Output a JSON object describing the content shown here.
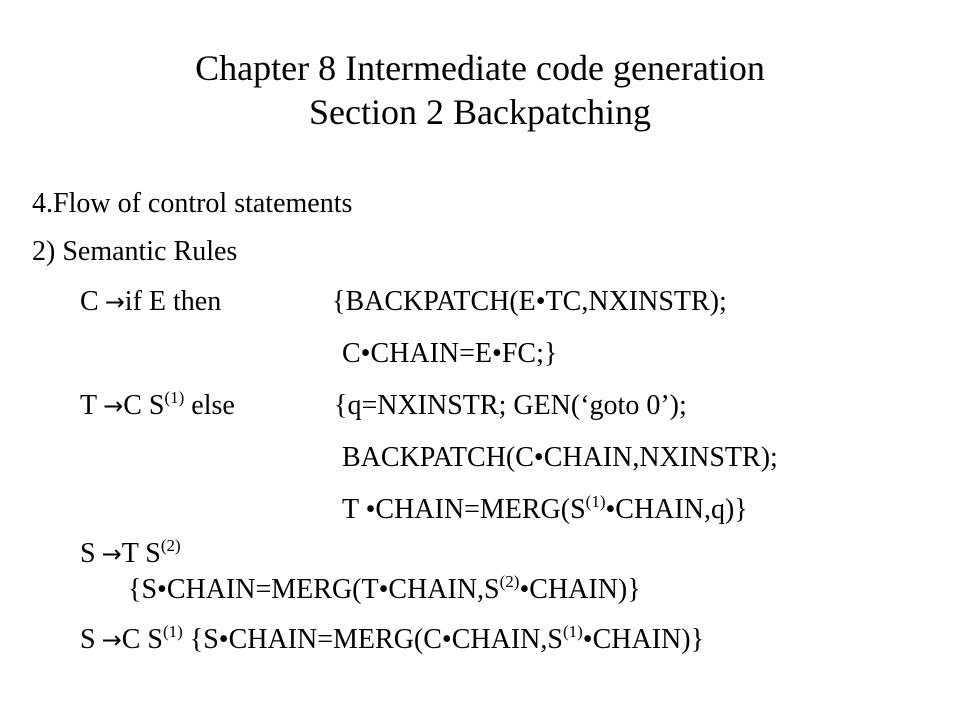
{
  "slide": {
    "title_line1": "Chapter 8 Intermediate code generation",
    "title_line2": "Section 2 Backpatching"
  },
  "content": {
    "heading1": "4.Flow of control statements",
    "heading2": "2) Semantic Rules",
    "arrow_symbol": "→",
    "rule1": {
      "lhs": "C",
      "rhs": "if E then",
      "action_line1": "{BACKPATCH(E•TC,NXINSTR);",
      "action_line2": "C•CHAIN=E•FC;}"
    },
    "rule2": {
      "lhs": "T",
      "rhs_a": "C S",
      "rhs_sup": "(1)",
      "rhs_b": " else",
      "action_line1": "{q=NXINSTR;  GEN(‘goto 0’);",
      "action_line2": "BACKPATCH(C•CHAIN,NXINSTR);",
      "action_line3_a": "T •CHAIN=MERG(S",
      "action_line3_sup": "(1)",
      "action_line3_b": "•CHAIN,q)}"
    },
    "rule3": {
      "lhs": "S",
      "rhs_a": "T S",
      "rhs_sup": "(2)",
      "action_a": "{S•CHAIN=MERG(T•CHAIN,S",
      "action_sup": "(2)",
      "action_b": "•CHAIN)}"
    },
    "rule4": {
      "lhs": "S",
      "rhs_a": "C S",
      "rhs_sup": "(1)",
      "action_a": "{S•CHAIN=MERG(C•CHAIN,S",
      "action_sup": "(1)",
      "action_b": "•CHAIN)}"
    }
  }
}
